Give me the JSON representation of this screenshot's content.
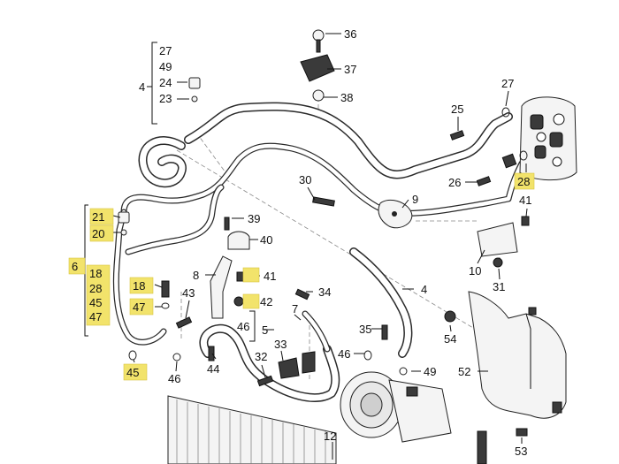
{
  "labels": {
    "n4": "4",
    "n24": "24",
    "n27a": "27",
    "n49a": "49",
    "n23": "23",
    "n36": "36",
    "n37": "37",
    "n38": "38",
    "n27b": "27",
    "n25": "25",
    "n26": "26",
    "n28b": "28",
    "n30": "30",
    "n9": "9",
    "n41": "41",
    "n10": "10",
    "n31": "31",
    "n39": "39",
    "n40": "40",
    "n8": "8",
    "n41b": "41",
    "n42": "42",
    "n21": "21",
    "n20": "20",
    "n6": "6",
    "n18a": "18",
    "n28a": "28",
    "n45a": "45",
    "n47a": "47",
    "n18b": "18",
    "n47b": "47",
    "n43": "43",
    "n34": "34",
    "n4b": "4",
    "n7": "7",
    "n46a": "46",
    "n5": "5",
    "n33": "33",
    "n32": "32",
    "n44": "44",
    "n46b": "46",
    "n45b": "45",
    "n35": "35",
    "n46c": "46",
    "n49b": "49",
    "n54": "54",
    "n52": "52",
    "n53": "53",
    "n12": "12"
  },
  "highlight_color": "#f2e36b"
}
